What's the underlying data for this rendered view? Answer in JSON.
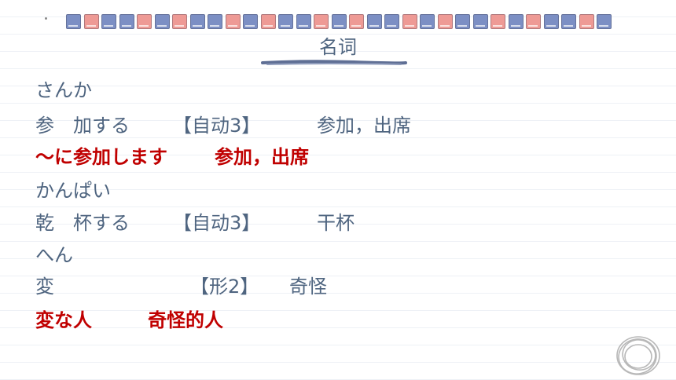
{
  "header": {
    "title": "名词"
  },
  "decor": {
    "book_pattern": [
      "blue",
      "red",
      "blue",
      "blue",
      "red",
      "blue",
      "red",
      "blue",
      "blue",
      "red",
      "blue",
      "red",
      "blue",
      "blue",
      "red",
      "blue",
      "red",
      "blue",
      "blue",
      "red",
      "blue",
      "red",
      "blue",
      "blue",
      "red",
      "blue",
      "red",
      "blue",
      "blue",
      "red",
      "blue"
    ]
  },
  "entries": [
    {
      "reading": "さんか",
      "word": "参　加する",
      "type": "【自动3】",
      "meaning": "参加，出席"
    },
    {
      "example": "〜に参加します",
      "example_meaning": "参加，出席"
    },
    {
      "reading": "かんぱい",
      "word": "乾　杯する",
      "type": "【自动3】",
      "meaning": "干杯"
    },
    {
      "reading": "へん",
      "word": "変",
      "type": "【形2】",
      "meaning": "奇怪"
    },
    {
      "example": "変な人",
      "example_meaning": "奇怪的人"
    }
  ],
  "colors": {
    "text": "#4f6580",
    "accent": "#c00000",
    "book_blue": "#7c8fc4",
    "book_red": "#ee9a95"
  }
}
